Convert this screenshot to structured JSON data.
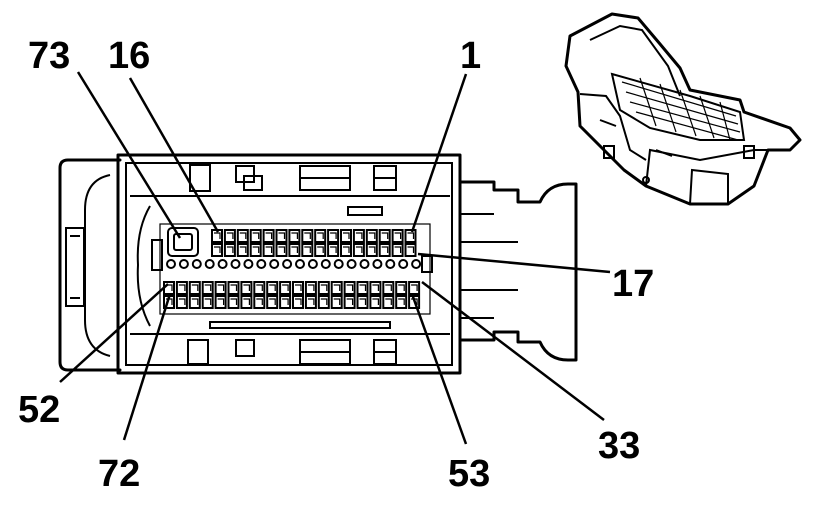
{
  "pin_labels": {
    "p73": "73",
    "p16": "16",
    "p1": "1",
    "p17": "17",
    "p52": "52",
    "p72": "72",
    "p53": "53",
    "p33": "33"
  }
}
